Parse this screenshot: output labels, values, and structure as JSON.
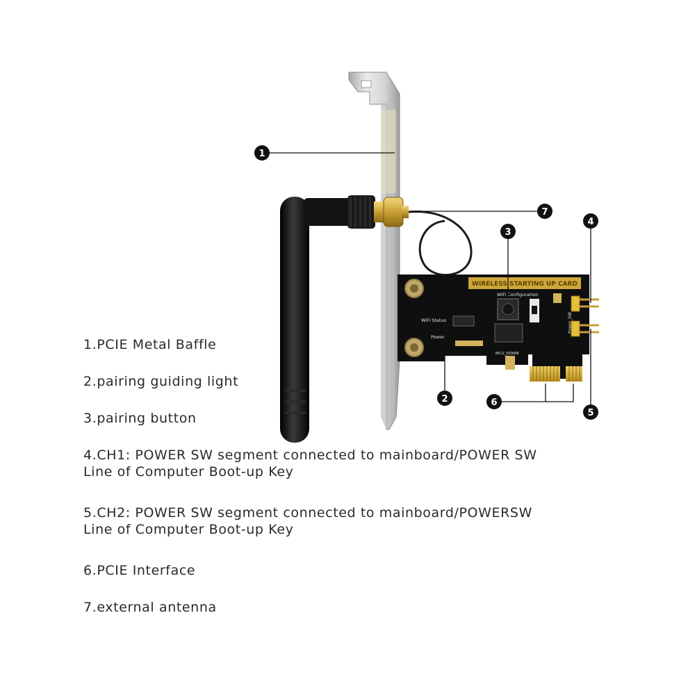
{
  "diagram": {
    "pcb": {
      "title_banner": "WIRELESS STARTING UP CARD",
      "labels": {
        "wifi_config": "WiFi Configuration",
        "wifi_status": "WiFi Status",
        "power": "Power",
        "mcu_down": "MCU_DOWN",
        "power_sw": "Power_SW"
      }
    },
    "callouts": [
      "1",
      "2",
      "3",
      "4",
      "5",
      "6",
      "7"
    ],
    "colors": {
      "pcb": "#111111",
      "gold": "#d7b13c",
      "bracket": "#c9c9c9",
      "antenna": "#1a1a1a",
      "callout": "#111111"
    }
  },
  "legend": {
    "items": [
      "1.PCIE Metal Baffle",
      "2.pairing guiding light",
      "3.pairing button",
      "4.CH1: POWER SW segment connected to mainboard/POWER SW\nLine of Computer Boot-up Key",
      "5.CH2: POWER SW segment connected to mainboard/POWERSW\nLine of Computer Boot-up Key",
      "6.PCIE Interface",
      "7.external antenna"
    ]
  }
}
